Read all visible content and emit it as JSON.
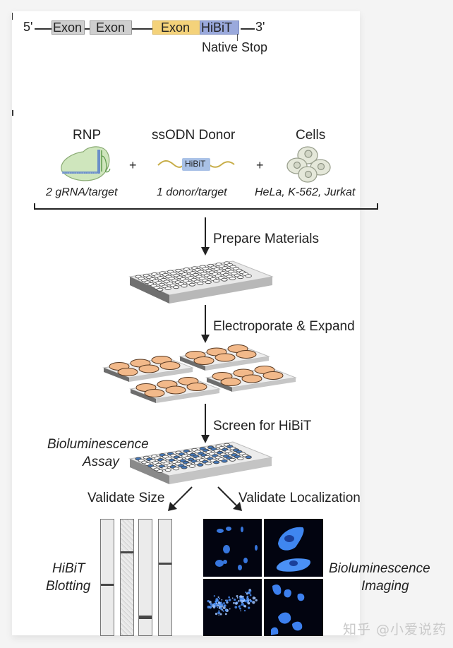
{
  "gene_construct": {
    "five_prime": "5'",
    "three_prime": "3'",
    "exons": [
      "Exon",
      "Exon",
      "Exon"
    ],
    "tag": "HiBiT",
    "stop_label": "Native Stop",
    "colors": {
      "exon_gray": "#cfcfcf",
      "exon_yellow": "#f4d27a",
      "hibit_blue": "#9aa9dc"
    }
  },
  "reagents": {
    "items": [
      {
        "title": "RNP",
        "subtitle": "2 gRNA/target",
        "icon": "rnp-complex-icon"
      },
      {
        "title": "ssODN Donor",
        "subtitle": "1 donor/target",
        "icon": "donor-dna-icon",
        "tag": "HiBiT"
      },
      {
        "title": "Cells",
        "subtitle": "HeLa, K-562, Jurkat",
        "icon": "cells-icon"
      }
    ],
    "plus": "+"
  },
  "steps": [
    {
      "label": "Prepare Materials"
    },
    {
      "label": "Electroporate & Expand"
    },
    {
      "label": "Screen for HiBiT"
    }
  ],
  "assay": {
    "label_line1": "Bioluminescence",
    "label_line2": "Assay"
  },
  "validation": {
    "left": {
      "label": "Validate Size",
      "method_line1": "HiBiT",
      "method_line2": "Blotting"
    },
    "right": {
      "label": "Validate Localization",
      "method_line1": "Bioluminescence",
      "method_line2": "Imaging"
    }
  },
  "blot_lanes": [
    {
      "band_position": 0.55,
      "noisy": false
    },
    {
      "band_position": 0.27,
      "noisy": true
    },
    {
      "band_position": 0.82,
      "noisy": false
    },
    {
      "band_position": 0.37,
      "noisy": false
    }
  ],
  "watermark": "知乎 @小爱说药"
}
